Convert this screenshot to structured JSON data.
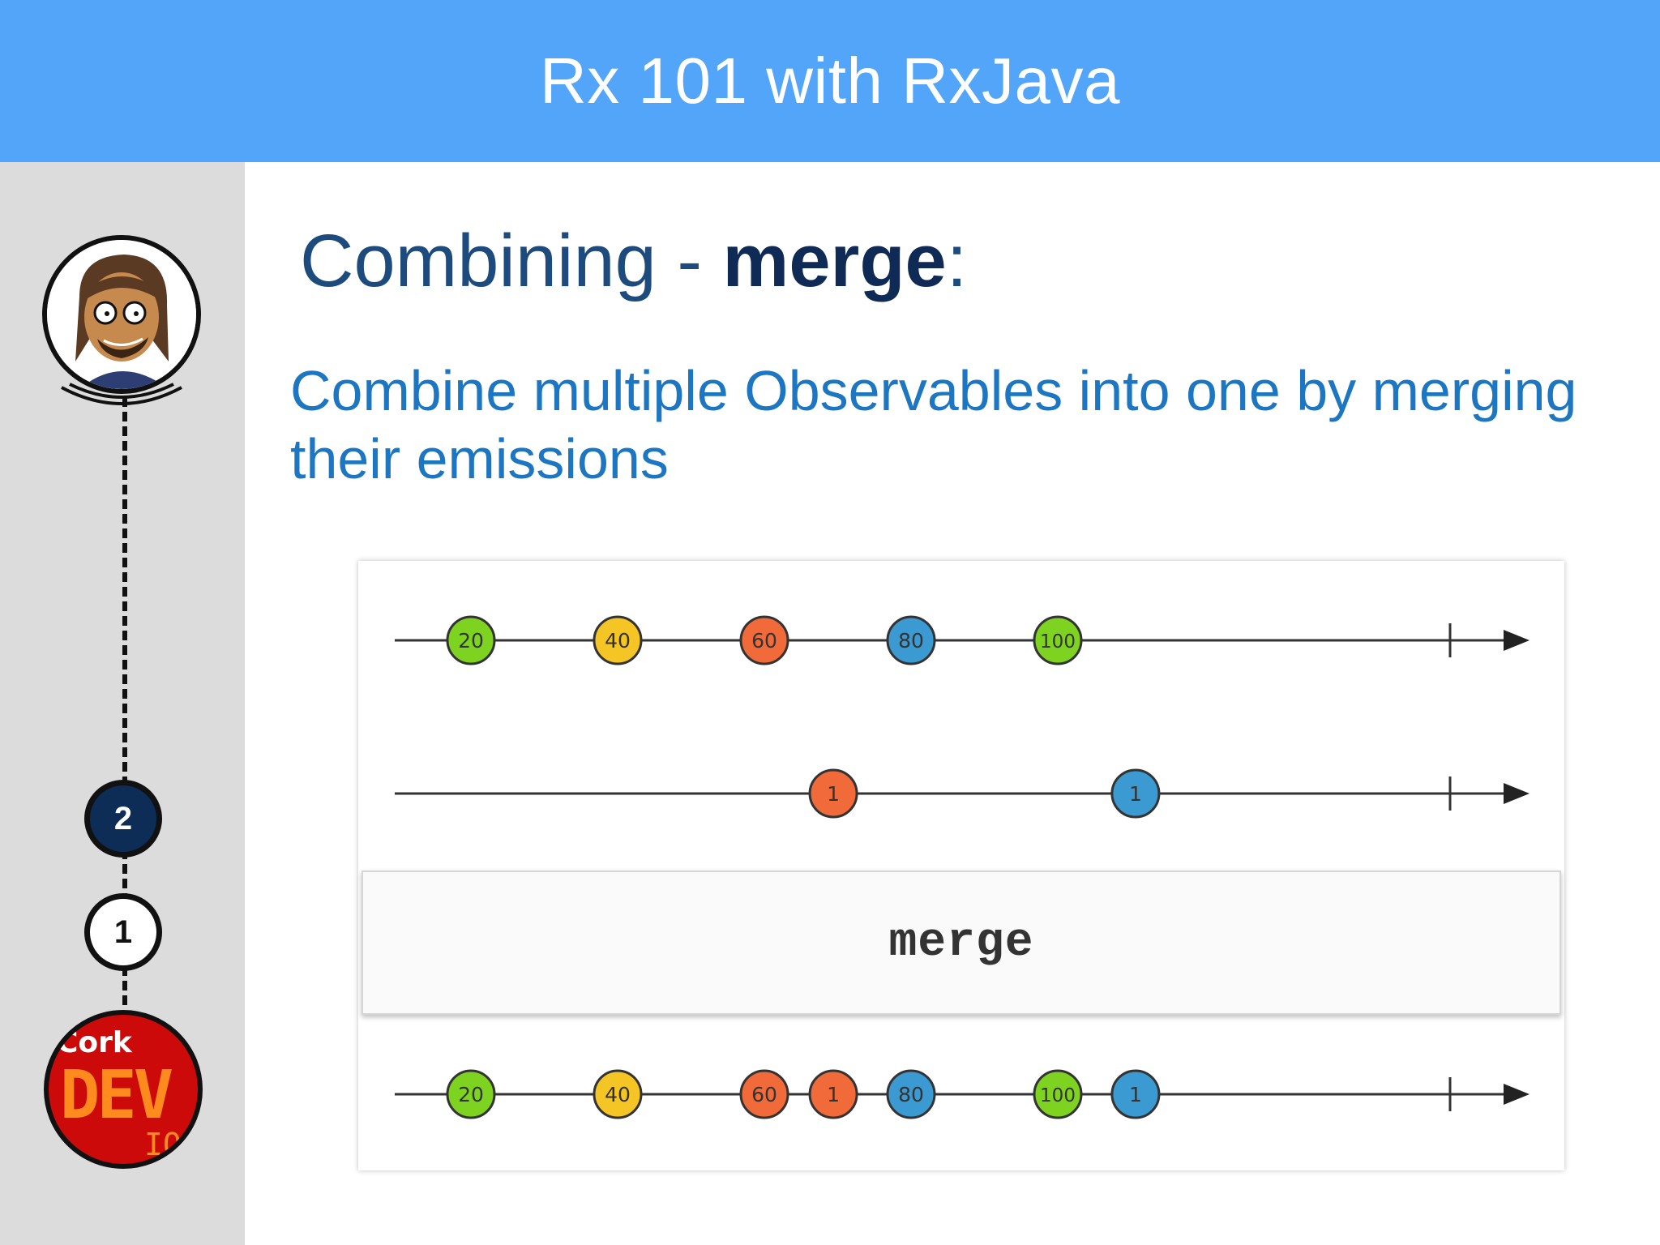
{
  "header": {
    "title": "Rx 101 with RxJava"
  },
  "slide": {
    "title_plain": "Combining - ",
    "title_bold": "merge",
    "title_suffix": ":",
    "description": "Combine multiple Observables into one by merging their emissions"
  },
  "sidebar": {
    "steps": [
      {
        "label": "2"
      },
      {
        "label": "1"
      }
    ],
    "logo": {
      "top": "Cork",
      "main": "DEV",
      "bottom": "IO"
    }
  },
  "marble": {
    "operator": "merge",
    "colors": {
      "green": "#7ed321",
      "yellow": "#f5c525",
      "orange": "#f16a3a",
      "blue": "#3c9ad3"
    },
    "streams": [
      {
        "id": "input-1",
        "marbles": [
          {
            "label": "20",
            "t": 1,
            "color": "green"
          },
          {
            "label": "40",
            "t": 2,
            "color": "yellow"
          },
          {
            "label": "60",
            "t": 3,
            "color": "orange"
          },
          {
            "label": "80",
            "t": 4,
            "color": "blue"
          },
          {
            "label": "100",
            "t": 5,
            "color": "green"
          }
        ]
      },
      {
        "id": "input-2",
        "marbles": [
          {
            "label": "1",
            "t": 3.47,
            "color": "orange"
          },
          {
            "label": "1",
            "t": 5.53,
            "color": "blue"
          }
        ]
      },
      {
        "id": "output",
        "marbles": [
          {
            "label": "20",
            "t": 1,
            "color": "green"
          },
          {
            "label": "40",
            "t": 2,
            "color": "yellow"
          },
          {
            "label": "60",
            "t": 3,
            "color": "orange"
          },
          {
            "label": "1",
            "t": 3.47,
            "color": "orange"
          },
          {
            "label": "80",
            "t": 4,
            "color": "blue"
          },
          {
            "label": "100",
            "t": 5,
            "color": "green"
          },
          {
            "label": "1",
            "t": 5.53,
            "color": "blue"
          }
        ]
      }
    ]
  }
}
